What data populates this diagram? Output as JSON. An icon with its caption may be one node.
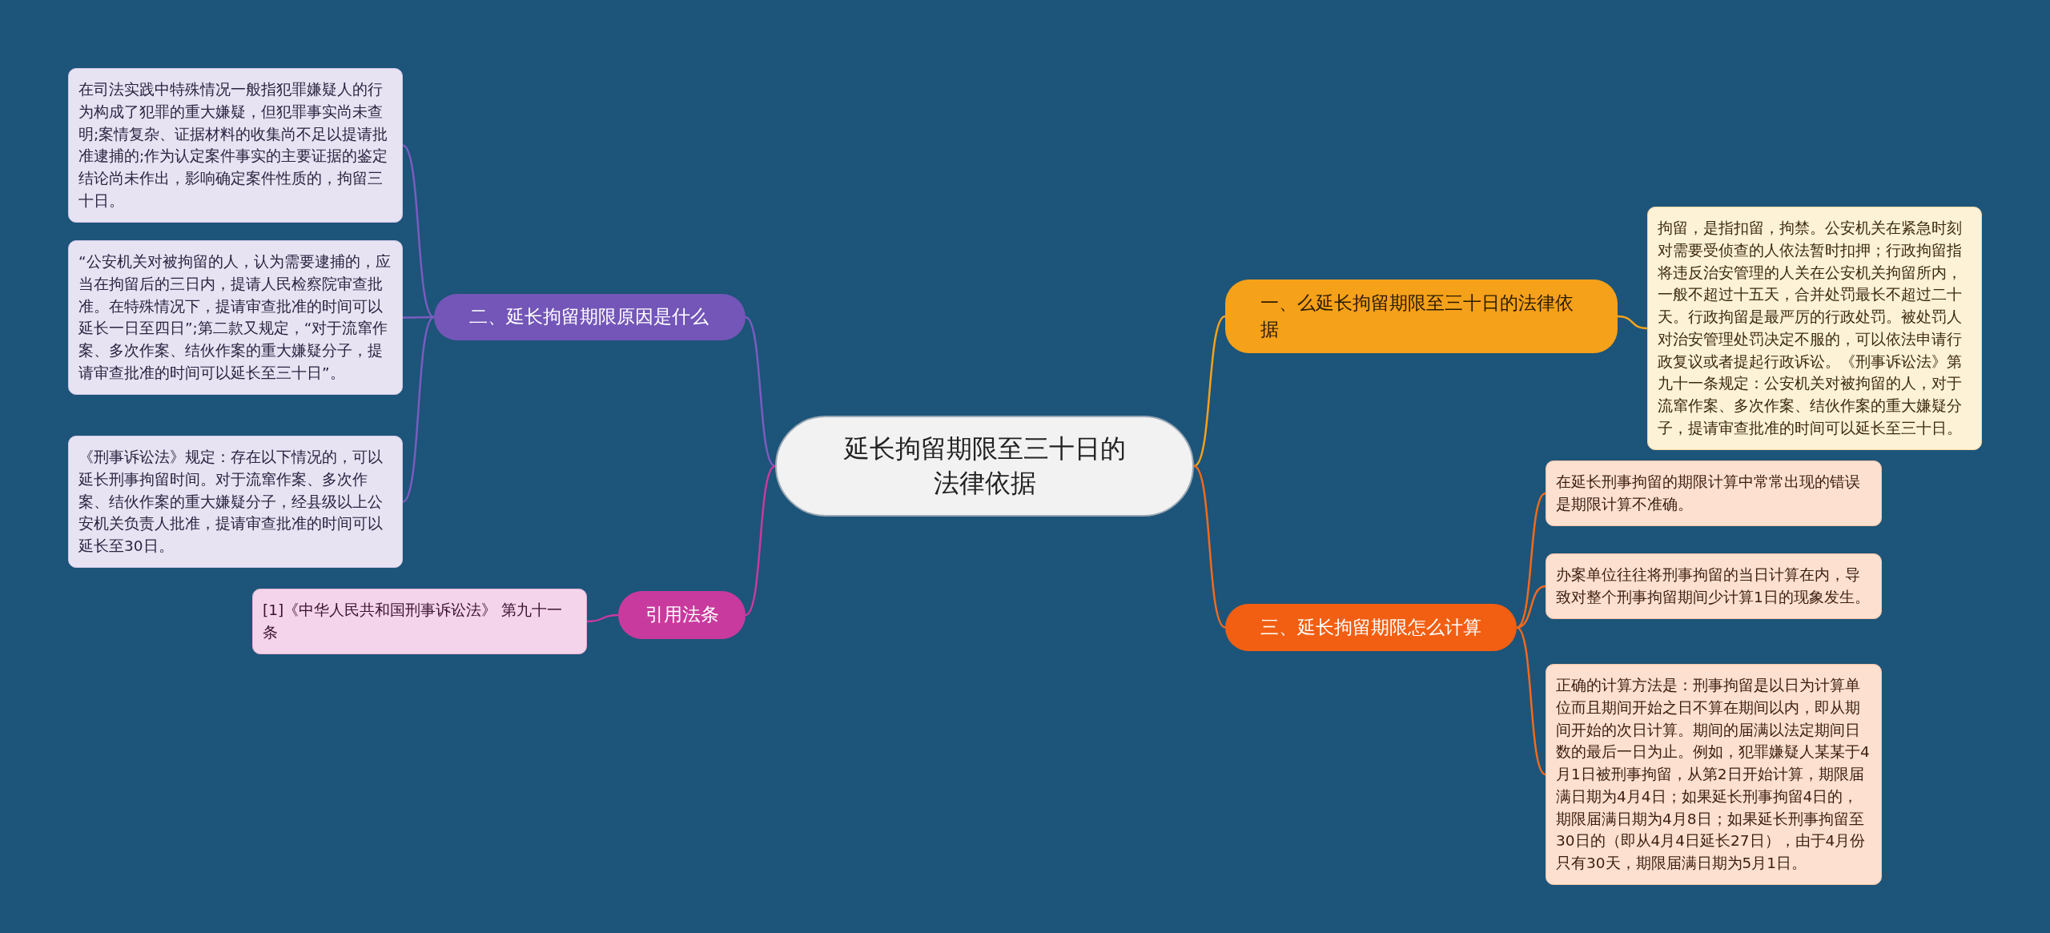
{
  "diagram": {
    "nodes": [
      {
        "text": [
          "延长拘留期限至三十日的法律依据"
        ]
      },
      {
        "text": [
          "一、么延长拘留期限至三十日的法律依据"
        ]
      },
      {
        "text": [
          "拘留，是指扣留，拘禁。公安机关在紧急时刻对需要受侦查的人依法暂时扣押；行政拘留指将违反治安管理的人关在公安机关拘留所内，一般不超过十五天，合并处罚最长不超过二十天。行政拘留是最严厉的行政处罚。被处罚人对治安管理处罚决定不服的，可以依法申请行政复议或者提起行政诉讼。《刑事诉讼法》第九十一条规定：公安机关对被拘留的人，对于流窜作案、多次作案、结伙作案的重大嫌疑分子，提请审查批准的时间可以延长至三十日。"
        ]
      },
      {
        "text": [
          "二、延长拘留期限原因是什么"
        ]
      },
      {
        "text": [
          "在司法实践中特殊情况一般指犯罪嫌疑人的行为构成了犯罪的重大嫌疑，但犯罪事实尚未查明;案情复杂、证据材料的收集尚不足以提请批准逮捕的;作为认定案件事实的主要证据的鉴定结论尚未作出，影响确定案件性质的，拘留三十日。"
        ]
      },
      {
        "text": [
          "“公安机关对被拘留的人，认为需要逮捕的，应当在拘留后的三日内，提请人民检察院审查批准。在特殊情况下，提请审查批准的时间可以延长一日至四日”;第二款又规定，“对于流窜作案、多次作案、结伙作案的重大嫌疑分子，提请审查批准的时间可以延长至三十日”。"
        ]
      },
      {
        "text": [
          "《刑事诉讼法》规定：存在以下情况的，可以延长刑事拘留时间。对于流窜作案、多次作案、结伙作案的重大嫌疑分子，经县级以上公安机关负责人批准，提请审查批准的时间可以延长至30日。"
        ]
      },
      {
        "text": [
          "三、延长拘留期限怎么计算"
        ]
      },
      {
        "text": [
          "在延长刑事拘留的期限计算中常常出现的错误是期限计算不准确。"
        ]
      },
      {
        "text": [
          "办案单位往往将刑事拘留的当日计算在内，导致对整个刑事拘留期间少计算1日的现象发生。"
        ]
      },
      {
        "text": [
          "正确的计算方法是：刑事拘留是以日为计算单位而且期间开始之日不算在期间以内，即从期间开始的次日计算。期间的届满以法定期间日数的最后一日为止。例如，犯罪嫌疑人某某于4月1日被刑事拘留，从第2日开始计算，期限届满日期为4月4日；如果延长刑事拘留4日的，期限届满日期为4月8日；如果延长刑事拘留至30日的（即从4月4日延长27日），由于4月份只有30天，期限届满日期为5月1日。"
        ]
      },
      {
        "text": [
          "引用法条"
        ]
      },
      {
        "text": [
          "[1]《中华人民共和国刑事诉讼法》 第九十一条"
        ]
      }
    ],
    "edges": [
      {
        "from": 0,
        "to": 1,
        "arrow": "none",
        "color": "#f6a11a"
      },
      {
        "from": 1,
        "to": 2,
        "arrow": "none",
        "color": "#f6a11a"
      },
      {
        "from": 0,
        "to": 3,
        "arrow": "none",
        "color": "#7a5cc0"
      },
      {
        "from": 3,
        "to": 4,
        "arrow": "none",
        "color": "#7a5cc0"
      },
      {
        "from": 3,
        "to": 5,
        "arrow": "none",
        "color": "#7a5cc0"
      },
      {
        "from": 3,
        "to": 6,
        "arrow": "none",
        "color": "#7a5cc0"
      },
      {
        "from": 0,
        "to": 7,
        "arrow": "none",
        "color": "#f26a1b"
      },
      {
        "from": 7,
        "to": 8,
        "arrow": "none",
        "color": "#f26a1b"
      },
      {
        "from": 7,
        "to": 9,
        "arrow": "none",
        "color": "#f26a1b"
      },
      {
        "from": 7,
        "to": 10,
        "arrow": "none",
        "color": "#f26a1b"
      },
      {
        "from": 0,
        "to": 11,
        "arrow": "none",
        "color": "#c93a9e"
      },
      {
        "from": 11,
        "to": 12,
        "arrow": "none",
        "color": "#c93a9e"
      }
    ]
  }
}
